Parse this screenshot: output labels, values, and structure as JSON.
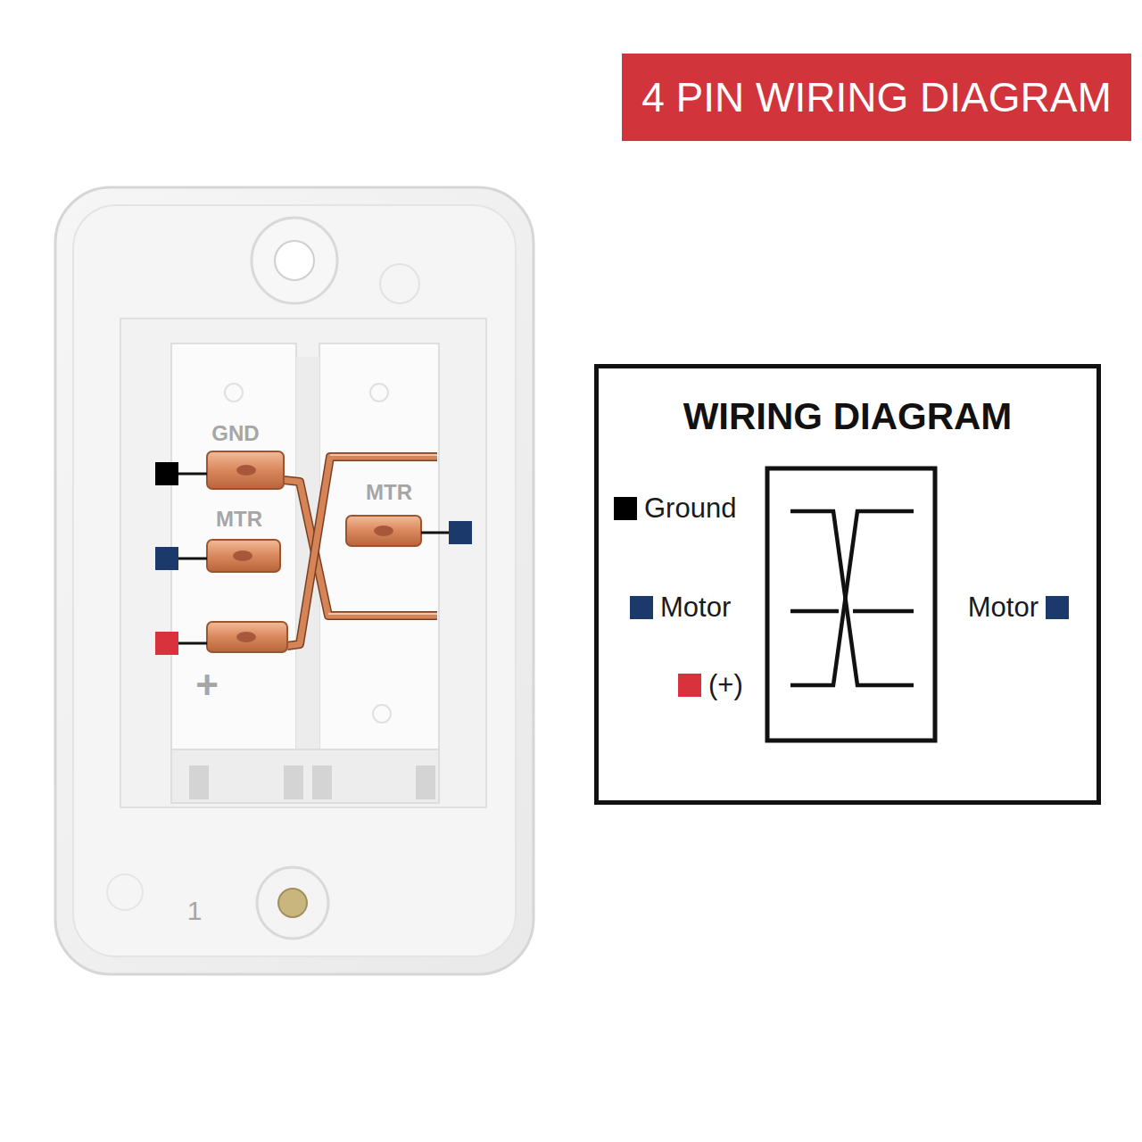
{
  "diagram": {
    "title": "4 PIN WIRING DIAGRAM",
    "nodes": [
      {
        "text": [
          "WIRING DIAGRAM"
        ]
      }
    ],
    "labels": [
      "GND",
      "MTR",
      "MTR",
      "+",
      "1"
    ],
    "legend": [
      {
        "text": "Ground",
        "color": "#000000"
      },
      {
        "text": "Motor",
        "color": "#1b3a6b"
      },
      {
        "text": "(+)",
        "color": "#d8323c"
      },
      {
        "text": "Motor",
        "color": "#1b3a6b"
      }
    ]
  }
}
